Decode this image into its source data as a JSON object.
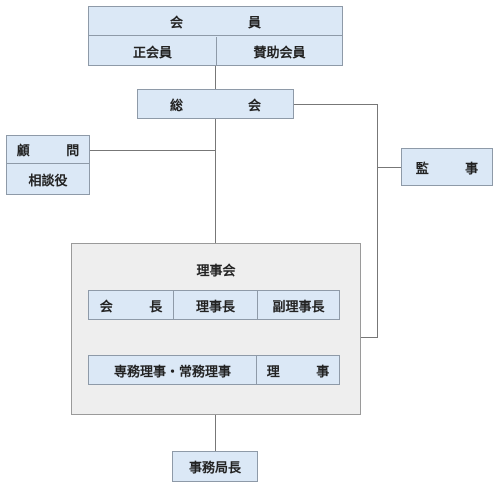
{
  "members": {
    "title": "会　員",
    "regular": "正会員",
    "supporting": "賛助会員"
  },
  "general_assembly": "総　会",
  "advisors": {
    "advisor": "顧　問",
    "counselor": "相談役"
  },
  "auditor": "監　事",
  "board": {
    "title": "理事会",
    "president": "会　長",
    "chairman": "理事長",
    "vice_chairman": "副理事長",
    "executive_directors": "専務理事・常務理事",
    "directors": "理　事"
  },
  "secretary_general": "事務局長",
  "colors": {
    "box_fill": "#dbe8f6",
    "box_border": "#8e9aa8",
    "panel_fill": "#eeeeee",
    "line": "#777777"
  }
}
